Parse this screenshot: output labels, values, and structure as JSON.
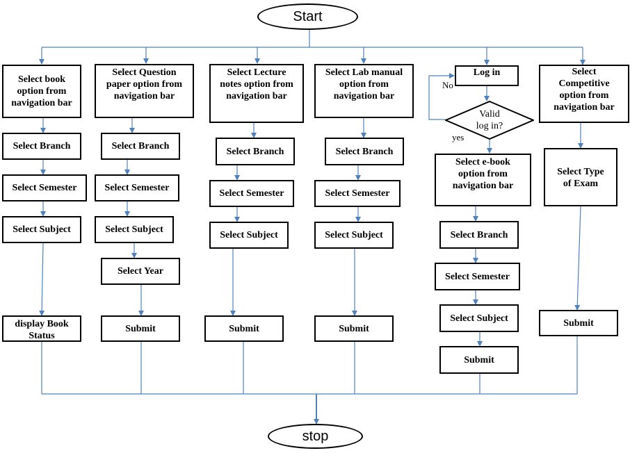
{
  "start": "Start",
  "stop": "stop",
  "columns": [
    {
      "header": "Select book\noption from\nnavigation bar",
      "steps": [
        "Select Branch",
        "Select Semester",
        "Select Subject"
      ],
      "final": "display Book\nStatus"
    },
    {
      "header": "Select Question\npaper option from\nnavigation bar",
      "steps": [
        "Select Branch",
        "Select Semester",
        "Select Subject",
        "Select Year"
      ],
      "final": "Submit"
    },
    {
      "header": "Select Lecture\nnotes option from\nnavigation bar",
      "steps": [
        "Select Branch",
        "Select Semester",
        "Select Subject"
      ],
      "final": "Submit"
    },
    {
      "header": "Select Lab manual\noption from\nnavigation bar",
      "steps": [
        "Select Branch",
        "Select Semester",
        "Select Subject"
      ],
      "final": "Submit"
    },
    {
      "header": "Log in",
      "decision": "Valid\nlog in?",
      "no_label": "No",
      "yes_label": "yes",
      "after": "Select e-book\noption from\nnavigation bar",
      "steps": [
        "Select Branch",
        "Select Semester",
        "Select Subject"
      ],
      "final": "Submit"
    },
    {
      "header": "Select\nCompetitive\noption from\nnavigation bar",
      "steps": [
        "Select Type\nof Exam"
      ],
      "final": "Submit"
    }
  ]
}
